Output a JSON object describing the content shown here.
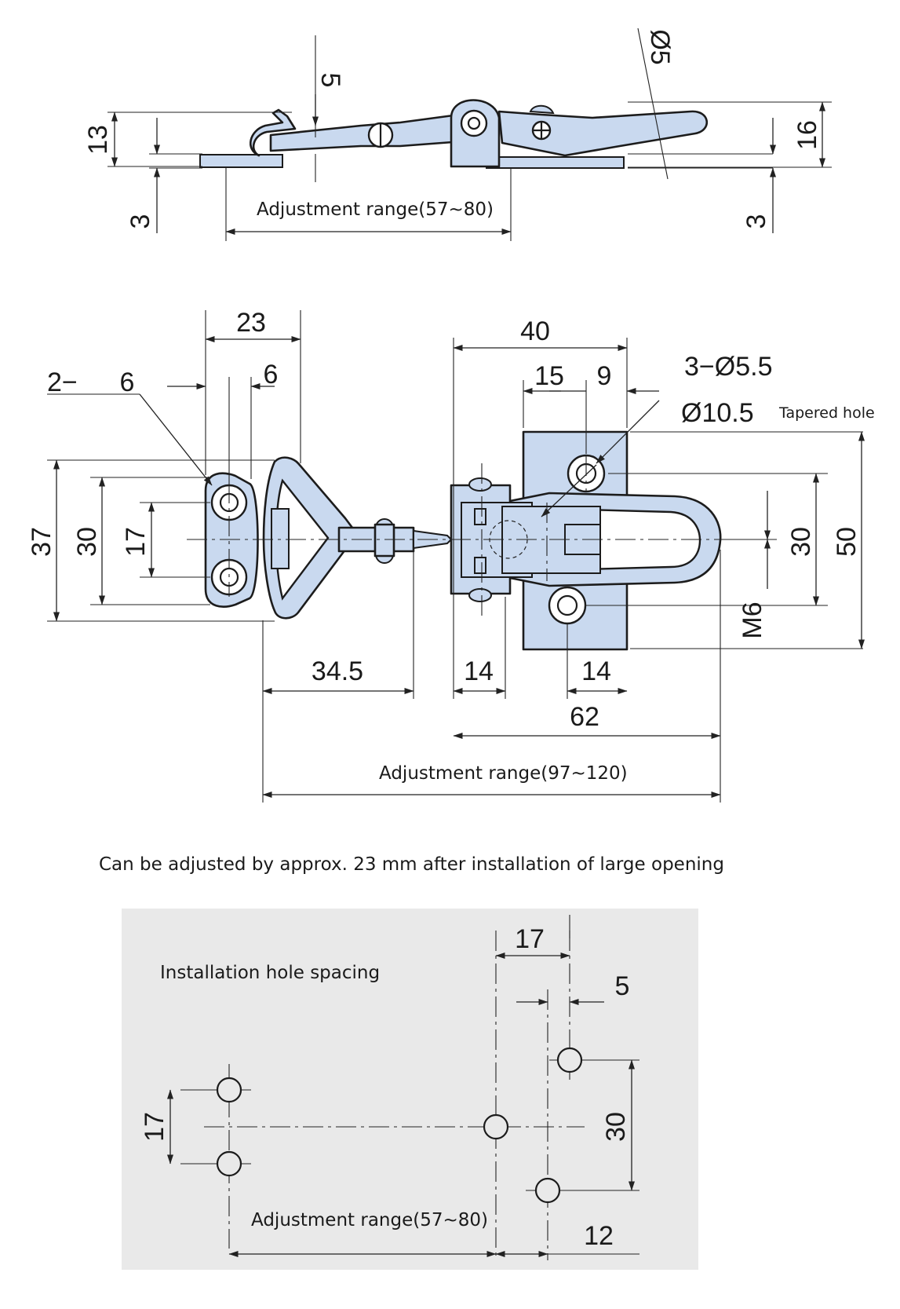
{
  "side_view": {
    "dims": {
      "height_left": "13",
      "gap_top": "5",
      "thickness_left": "3",
      "dia_pin": "Ø5",
      "height_right": "16",
      "thickness_right": "3"
    },
    "adjustment": "Adjustment range(57~80)"
  },
  "plan_view": {
    "dims": {
      "width_23": "23",
      "prefix_2": "2−",
      "hole_6a": "6",
      "hole_6b": "6",
      "w40": "40",
      "w15": "15",
      "w9": "9",
      "holes_label": "3−Ø5.5",
      "counterbore": "Ø10.5",
      "tapered_hole": "Tapered hole",
      "h37": "37",
      "h30_left": "30",
      "h17_left": "17",
      "h30_right": "30",
      "h50": "50",
      "thread": "M6",
      "w34_5": "34.5",
      "w14a": "14",
      "w14b": "14",
      "w62": "62"
    },
    "adjustment": "Adjustment range(97~120)"
  },
  "note": "Can be adjusted by approx. 23 mm after installation of large opening",
  "hole_spacing": {
    "title": "Installation hole spacing",
    "dims": {
      "w17": "17",
      "w5": "5",
      "h17": "17",
      "h30": "30",
      "w12": "12"
    },
    "adjustment": "Adjustment range(57~80)"
  },
  "colors": {
    "part_fill": "#c9d9ef",
    "panel_fill": "#e9e9e9",
    "line": "#1c1c1c"
  }
}
